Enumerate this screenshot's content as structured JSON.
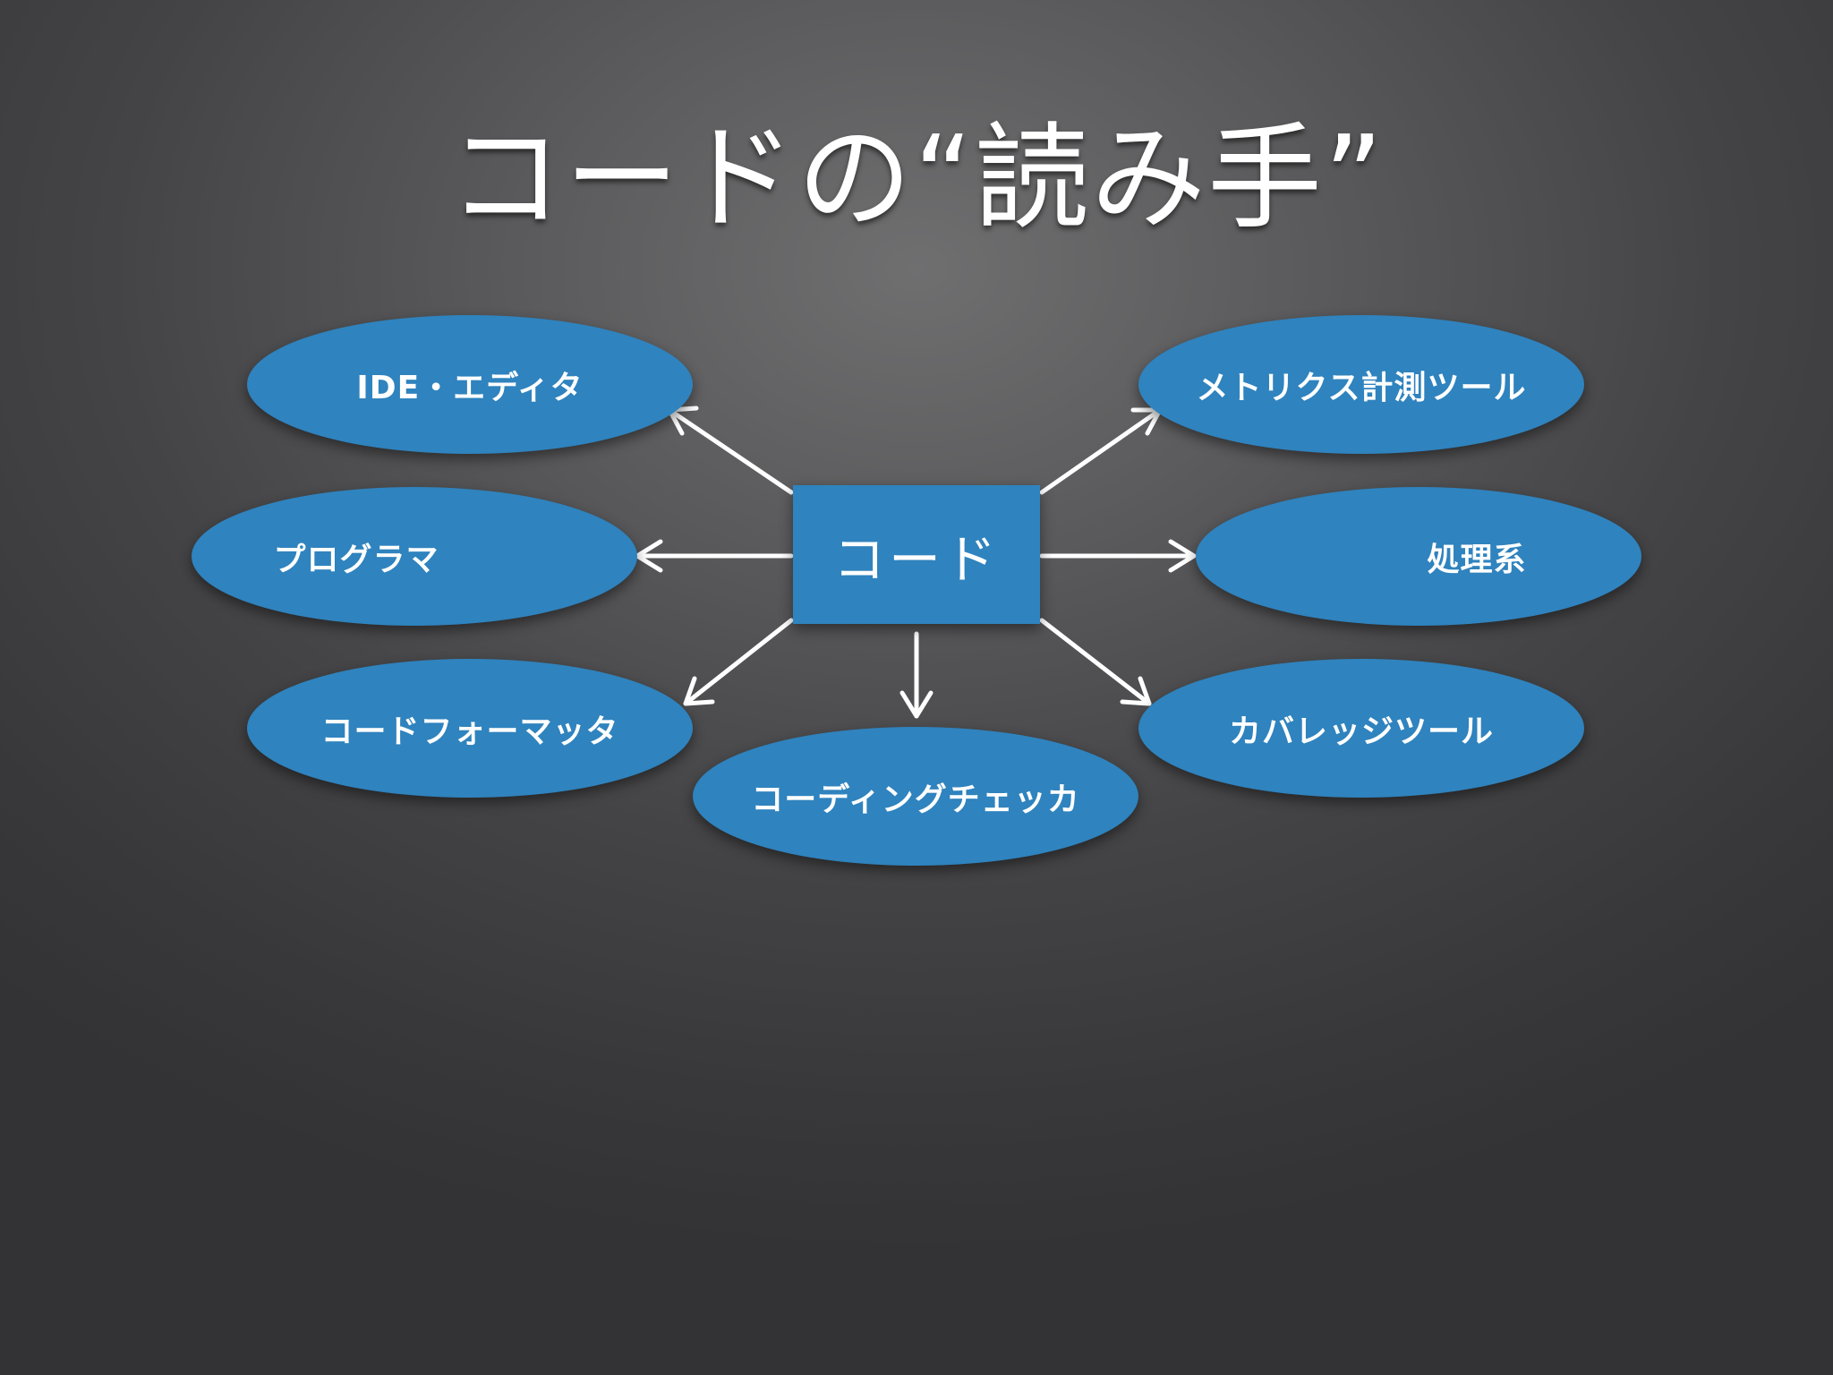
{
  "slide": {
    "title": "コードの“読み手”",
    "background_color": "#444446",
    "accent_color": "#2f83be"
  },
  "diagram": {
    "center": "コード",
    "nodes": {
      "ide": "IDE・エディタ",
      "programmer": "プログラマ",
      "formatter": "コードフォーマッタ",
      "checker": "コーディングチェッカ",
      "metrics": "メトリクス計測ツール",
      "processor": "処理系",
      "coverage": "カバレッジツール"
    }
  }
}
